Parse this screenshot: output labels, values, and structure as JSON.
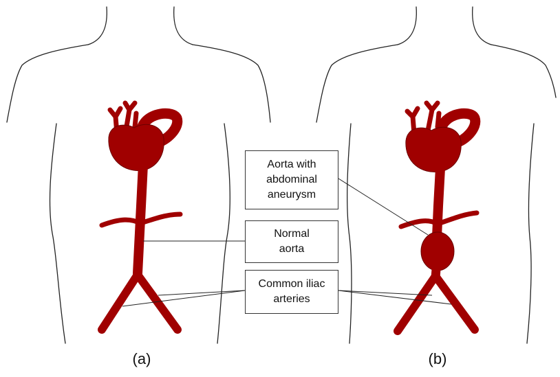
{
  "labels": {
    "aneurysm": {
      "line1": "Aorta with",
      "line2": "abdominal",
      "line3": "aneurysm"
    },
    "normal": {
      "line1": "Normal",
      "line2": "aorta"
    },
    "iliac": {
      "line1": "Common iliac",
      "line2": "arteries"
    }
  },
  "panels": {
    "a": "(a)",
    "b": "(b)"
  },
  "colors": {
    "vessel": "#a00000",
    "outline": "#222222"
  }
}
